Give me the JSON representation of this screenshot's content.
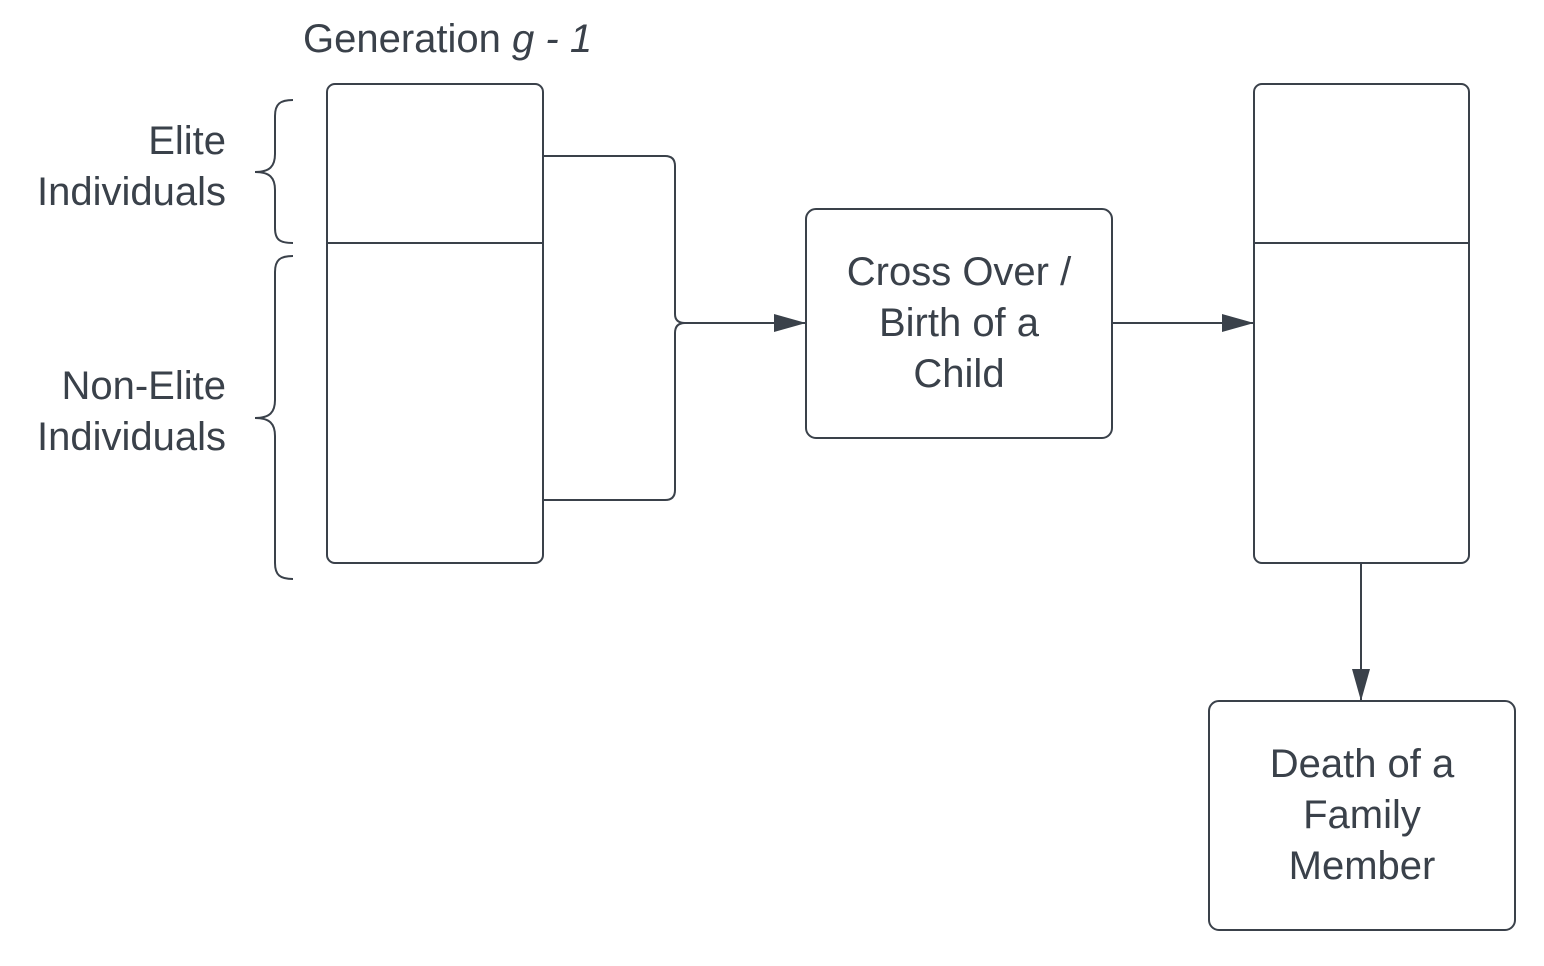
{
  "title": {
    "prefix": "Generation ",
    "variable": "g - 1"
  },
  "groups": {
    "elite": [
      "Elite",
      "Individuals"
    ],
    "non_elite": [
      "Non-Elite",
      "Individuals"
    ]
  },
  "processes": {
    "crossover": [
      "Cross Over /",
      "Birth of a",
      "Child"
    ],
    "death": [
      "Death of a",
      "Family",
      "Member"
    ]
  },
  "colors": {
    "stroke": "#3a414a",
    "text": "#3a414a",
    "background": "#ffffff"
  }
}
